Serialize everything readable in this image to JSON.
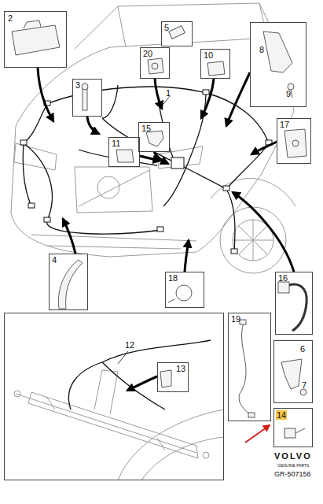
{
  "diagram": {
    "nodes": [
      {
        "text": [
          "2"
        ]
      },
      {
        "text": [
          "5"
        ]
      },
      {
        "text": [
          "20"
        ]
      },
      {
        "text": [
          "10"
        ]
      },
      {
        "text": [
          "8",
          "9"
        ]
      },
      {
        "text": [
          "3"
        ]
      },
      {
        "text": [
          "15"
        ]
      },
      {
        "text": [
          "17"
        ]
      },
      {
        "text": [
          "11"
        ]
      },
      {
        "text": [
          "4"
        ]
      },
      {
        "text": [
          "18"
        ]
      },
      {
        "text": [
          "16"
        ]
      },
      {
        "text": [
          "12"
        ]
      },
      {
        "text": [
          "13"
        ],
        "in": 12
      },
      {
        "text": [
          "19"
        ]
      },
      {
        "text": [
          "6",
          "7"
        ]
      },
      {
        "text": [
          "14"
        ]
      }
    ],
    "labels": [
      "1",
      "VOLVO",
      "GENUINE PARTS",
      "GR-507156"
    ]
  }
}
